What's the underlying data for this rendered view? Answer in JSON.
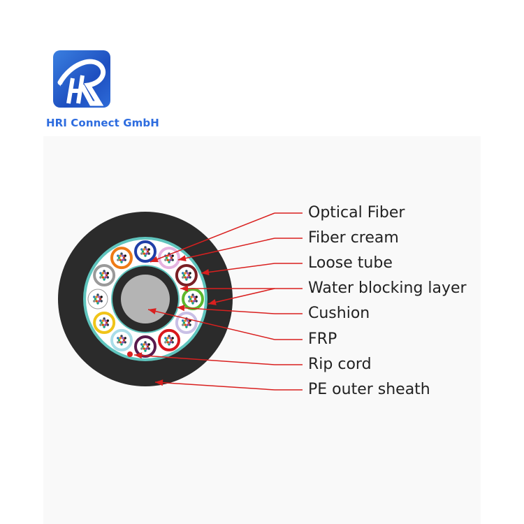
{
  "brand": {
    "name": "HRI Connect GmbH",
    "logo_letters": "HR",
    "color": "#2d6cdf"
  },
  "diagram": {
    "title": "Optical fiber cable cross-section",
    "labels": [
      "Optical Fiber",
      "Fiber cream",
      "Loose tube",
      "Water blocking layer",
      "Cushion",
      "FRP",
      "Rip cord",
      "PE outer sheath"
    ],
    "tube_colors": [
      "#1f3fa8",
      "#e5b3e0",
      "#7a1f24",
      "#5db82e",
      "#c9c0e6",
      "#d8171d",
      "#5a1a4d",
      "#a9dde8",
      "#f0c419",
      "#ffffff",
      "#9a9a9a",
      "#ee7a16"
    ],
    "arrow_color": "#d9201f",
    "sheath_color": "#2b2b2b",
    "water_block_color": "#5fc4bd"
  }
}
